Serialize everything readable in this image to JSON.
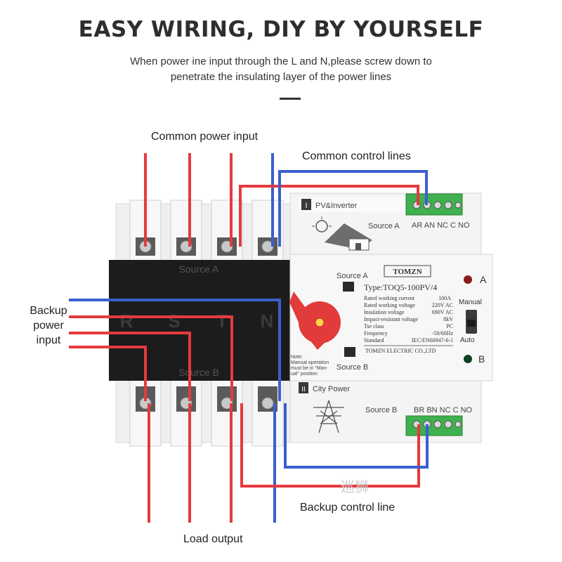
{
  "header": {
    "title": "EASY WIRING, DIY BY YOURSELF",
    "subtitle_line1": "When power ine input through the L and N,please screw down to",
    "subtitle_line2": "penetrate the insulating layer of the power lines"
  },
  "callouts": {
    "common_power_input": "Common power input",
    "common_control_lines": "Common control lines",
    "backup_power_input": [
      "Backup",
      "power",
      "input"
    ],
    "backup_control_line": "Backup control line",
    "load_output": "Load output"
  },
  "device": {
    "top_block_label": "Source A",
    "bottom_block_label": "Source B",
    "phase_letters": [
      "R",
      "S",
      "T",
      "N"
    ],
    "module_i_mark": "I",
    "module_i_label": "PV&Inverter",
    "module_i_source": "Source A",
    "module_i_terminals": "AR AN NC C NO",
    "module_ii_mark": "II",
    "module_ii_label": "City Power",
    "module_ii_source": "Source B",
    "module_ii_terminals": "BR BN NC C NO",
    "switch_source_a": "Source A",
    "switch_source_b": "Source B",
    "brand": "TOMZN",
    "type_line": "Type:TOQ5-100PV/4",
    "specs": [
      [
        "Rated working current",
        "100A"
      ],
      [
        "Rated working voltage",
        "220V  AC"
      ],
      [
        "Insulation voltage",
        "690V  AC"
      ],
      [
        "Impact-resistant voltage",
        "8kV"
      ],
      [
        "Tse class",
        "PC"
      ],
      [
        "Frequency",
        "-50/60Hz"
      ],
      [
        "Standard",
        "IEC/EN60947-6-1"
      ]
    ],
    "company": "TOMZN ELECTRIC CO.,LTD",
    "note_lines": [
      "Note:",
      "Manual operation",
      "must be in \"Man-",
      "ual\" position"
    ],
    "indicator_a": "A",
    "indicator_b": "B",
    "mode_manual": "Manual",
    "mode_auto": "Auto"
  },
  "watermark": "巡狮",
  "colors": {
    "red_wire": "#e53a3e",
    "blue_wire": "#3a5fcf",
    "terminal_green": "#3fb04e",
    "body_white": "#f4f4f4",
    "black_cover": "#1c1c1c",
    "handle_red": "#e23b3b"
  }
}
